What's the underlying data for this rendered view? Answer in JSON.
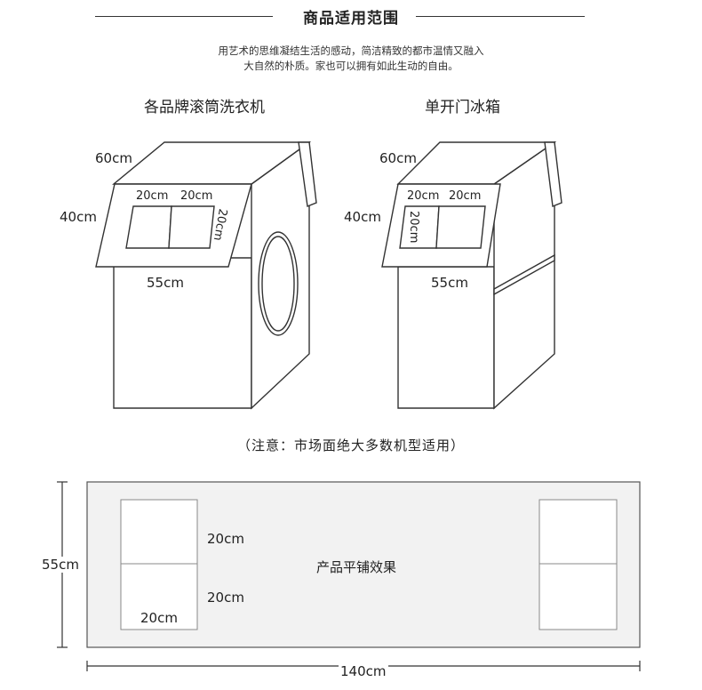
{
  "header": {
    "title": "商品适用范围",
    "intro_line1": "用艺术的思维凝结生活的感动，简洁精致的都市温情又融入",
    "intro_line2": "大自然的朴质。家也可以拥有如此生动的自由。"
  },
  "washer": {
    "caption": "各品牌滚筒洗衣机",
    "dim_depth": "60cm",
    "dim_height": "40cm",
    "dim_width": "55cm",
    "pocket_w1": "20cm",
    "pocket_w2": "20cm",
    "pocket_h": "20cm"
  },
  "fridge": {
    "caption": "单开门冰箱",
    "dim_depth": "60cm",
    "dim_height": "40cm",
    "dim_width": "55cm",
    "pocket_w1": "20cm",
    "pocket_w2": "20cm",
    "pocket_h": "20cm"
  },
  "note": "（注意：市场面绝大多数机型适用）",
  "flat": {
    "center_label": "产品平铺效果",
    "height": "55cm",
    "width": "140cm",
    "pocket_h_top": "20cm",
    "pocket_h_bottom": "20cm",
    "pocket_w": "20cm"
  }
}
